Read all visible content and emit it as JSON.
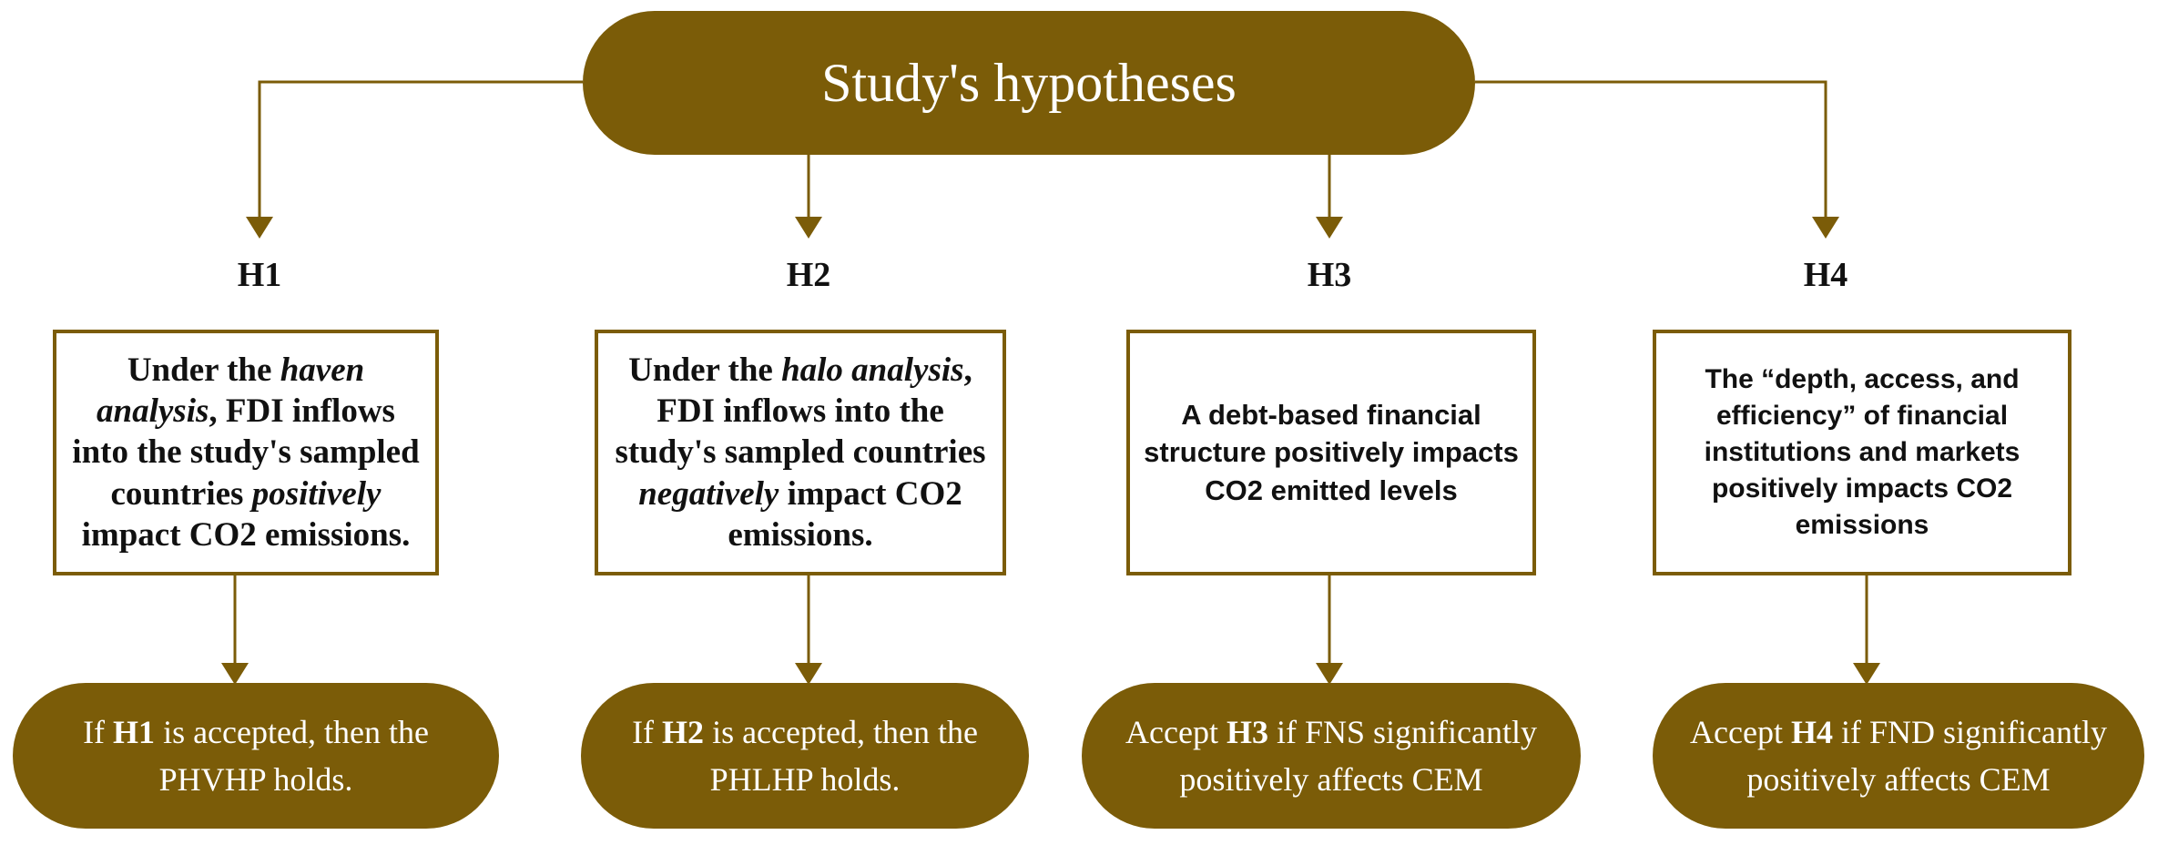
{
  "root": {
    "label": "Study's hypotheses"
  },
  "hypotheses": [
    {
      "id": "H1",
      "box_parts": {
        "p1": "Under the ",
        "p2": "haven analysis",
        "p3": ", FDI inflows into the study's sampled countries ",
        "p4": "positively",
        "p5": " impact CO2 emissions."
      },
      "outcome": {
        "pre": "If ",
        "bold": "H1",
        "post": " is accepted, then the PHVHP holds."
      }
    },
    {
      "id": "H2",
      "box_parts": {
        "p1": "Under the ",
        "p2": "halo analysis",
        "p3": ", FDI inflows into the study's sampled countries ",
        "p4": "negatively",
        "p5": " impact CO2 emissions."
      },
      "outcome": {
        "pre": "If ",
        "bold": "H2",
        "post": " is accepted, then the PHLHP holds."
      }
    },
    {
      "id": "H3",
      "box_text": "A debt-based financial structure positively impacts CO2 emitted levels",
      "outcome": {
        "pre": "Accept ",
        "bold": "H3",
        "post": " if FNS significantly positively affects CEM"
      }
    },
    {
      "id": "H4",
      "box_text": "The “depth, access, and efficiency” of financial institutions and markets positively impacts CO2 emissions",
      "outcome": {
        "pre": "Accept ",
        "bold": "H4",
        "post": " if FND significantly positively affects CEM"
      }
    }
  ],
  "colors": {
    "accent": "#7b5c08",
    "connector": "#7b5c08",
    "pill_text": "#ffffff"
  }
}
